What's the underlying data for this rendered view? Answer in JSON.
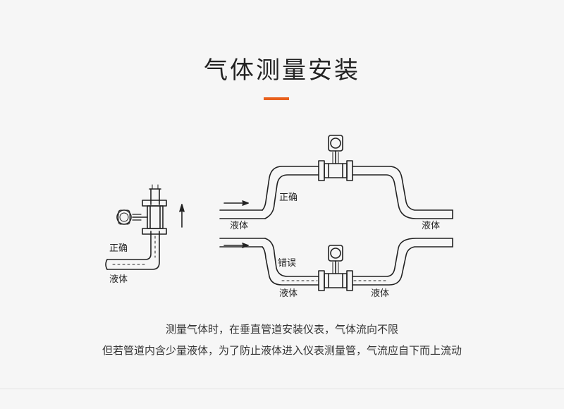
{
  "heading": "气体测量安装",
  "colors": {
    "accent": "#e8601c",
    "line": "#222222",
    "background": "#f6f6f6"
  },
  "diagram": {
    "vertical": {
      "correct_label": "正确",
      "liquid_label": "液体"
    },
    "top_route": {
      "correct_label": "正确",
      "liquid_left": "液体",
      "liquid_right": "液体"
    },
    "bottom_route": {
      "wrong_label": "错误",
      "liquid_left": "液体",
      "liquid_right": "液体"
    }
  },
  "description": {
    "line1": "测量气体时，在垂直管道安装仪表，气体流向不限",
    "line2": "但若管道内含少量液体，为了防止液体进入仪表测量管，气流应自下而上流动"
  }
}
